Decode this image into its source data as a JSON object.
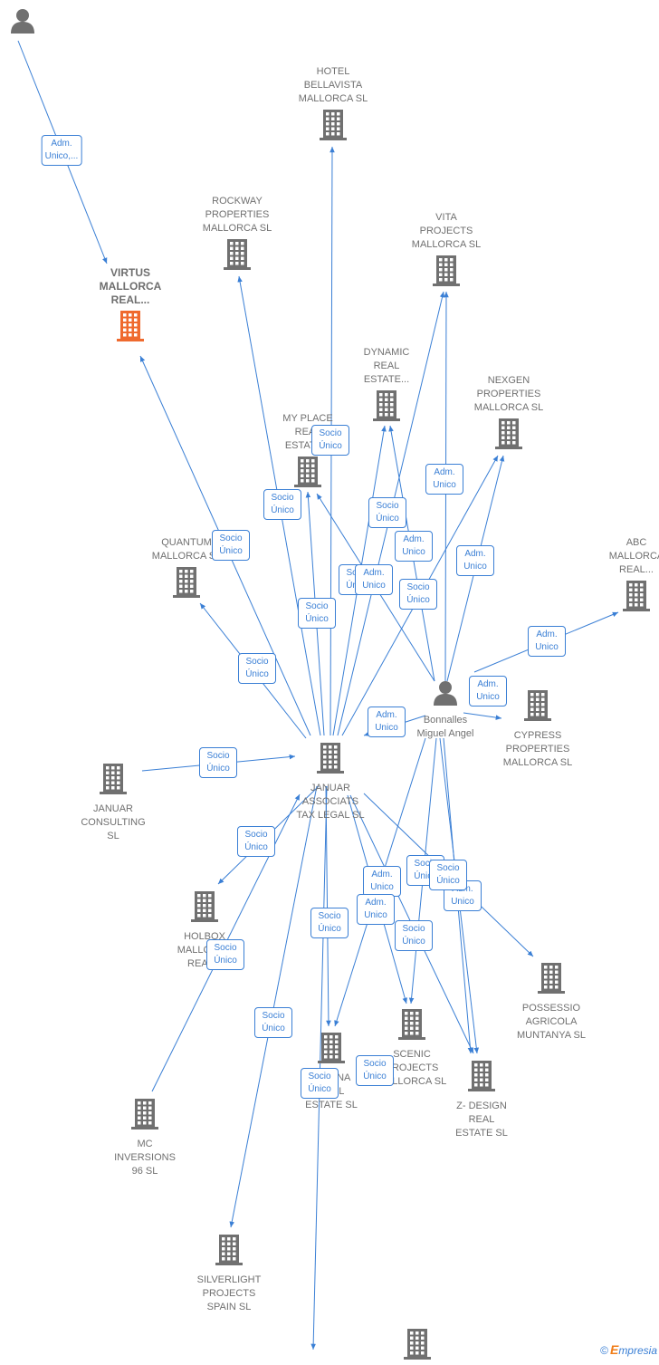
{
  "colors": {
    "edge": "#3a7fd5",
    "building": "#707070",
    "highlight": "#ef6a2e",
    "person": "#707070"
  },
  "nodes": [
    {
      "id": "p-top",
      "kind": "person",
      "label": ""
    },
    {
      "id": "virtus",
      "kind": "company",
      "highlight": true,
      "label": "VIRTUS\nMALLORCA\nREAL..."
    },
    {
      "id": "hotel",
      "kind": "company",
      "label": "HOTEL\nBELLAVISTA\nMALLORCA  SL"
    },
    {
      "id": "rockway",
      "kind": "company",
      "label": "ROCKWAY\nPROPERTIES\nMALLORCA  SL"
    },
    {
      "id": "vita",
      "kind": "company",
      "label": "VITA\nPROJECTS\nMALLORCA  SL"
    },
    {
      "id": "dynamic",
      "kind": "company",
      "label": "DYNAMIC\nREAL\nESTATE..."
    },
    {
      "id": "nexgen",
      "kind": "company",
      "label": "NEXGEN\nPROPERTIES\nMALLORCA  SL"
    },
    {
      "id": "myplace",
      "kind": "company",
      "label": "MY PLACE\nREAL\nESTATE..."
    },
    {
      "id": "quantum",
      "kind": "company",
      "label": "QUANTUM\nMALLORCA  SL"
    },
    {
      "id": "abc",
      "kind": "company",
      "label": "ABC\nMALLORCA\nREAL..."
    },
    {
      "id": "p-mid",
      "kind": "person",
      "label": "Bonnalles\nMiguel Angel"
    },
    {
      "id": "cypress",
      "kind": "company",
      "label": "CYPRESS\nPROPERTIES\nMALLORCA  SL"
    },
    {
      "id": "januar",
      "kind": "company",
      "label": "JANUAR\nASSOCIATS\nTAX LEGAL  SL"
    },
    {
      "id": "januarcons",
      "kind": "company",
      "label": "JANUAR\nCONSULTING\nSL"
    },
    {
      "id": "holbox",
      "kind": "company",
      "label": "HOLBOX\nMALLORCA\nREAL..."
    },
    {
      "id": "possessio",
      "kind": "company",
      "label": "POSSESSIO\nAGRICOLA\nMUNTANYA  SL"
    },
    {
      "id": "scenic",
      "kind": "company",
      "label": "SCENIC\nPROJECTS\nMALLORCA  SL"
    },
    {
      "id": "marina",
      "kind": "company",
      "label": "MARINA\nREAL\nESTATE  SL"
    },
    {
      "id": "zdesign",
      "kind": "company",
      "label": "Z- DESIGN\nREAL\nESTATE  SL"
    },
    {
      "id": "mc",
      "kind": "company",
      "label": "MC\nINVERSIONS\n96  SL"
    },
    {
      "id": "silverlight",
      "kind": "company",
      "label": "SILVERLIGHT\nPROJECTS\nSPAIN  SL"
    },
    {
      "id": "bottom",
      "kind": "company",
      "label": ""
    }
  ],
  "edges": [
    {
      "from": "p-top",
      "to": "virtus",
      "label": "Adm.\nUnico,..."
    },
    {
      "from": "januar",
      "to": "virtus",
      "label": "Socio\nÚnico"
    },
    {
      "from": "januar",
      "to": "hotel",
      "label": "Socio\nÚnico"
    },
    {
      "from": "januar",
      "to": "rockway",
      "label": "Socio\nÚnico"
    },
    {
      "from": "januar",
      "to": "myplace",
      "label": "Socio\nÚnico"
    },
    {
      "from": "januar",
      "to": "quantum",
      "label": "Socio\nÚnico"
    },
    {
      "from": "januar",
      "to": "dynamic",
      "label": "Socio\nÚnico"
    },
    {
      "from": "januar",
      "to": "vita",
      "label": "Socio\nÚnico"
    },
    {
      "from": "januar",
      "to": "nexgen",
      "label": "Socio\nÚnico"
    },
    {
      "from": "p-mid",
      "to": "vita",
      "label": "Adm.\nUnico"
    },
    {
      "from": "p-mid",
      "to": "dynamic",
      "label": "Adm.\nUnico"
    },
    {
      "from": "p-mid",
      "to": "nexgen",
      "label": "Adm.\nUnico"
    },
    {
      "from": "p-mid",
      "to": "myplace",
      "label": "Adm.\nUnico"
    },
    {
      "from": "p-mid",
      "to": "abc",
      "label": "Adm.\nUnico"
    },
    {
      "from": "p-mid",
      "to": "cypress",
      "label": "Adm.\nUnico"
    },
    {
      "from": "p-mid",
      "to": "januar",
      "label": "Adm.\nUnico"
    },
    {
      "from": "januarcons",
      "to": "januar",
      "label": "Socio\nÚnico"
    },
    {
      "from": "januar",
      "to": "holbox",
      "label": "Socio\nÚnico"
    },
    {
      "from": "mc",
      "to": "januar",
      "label": "Socio\nÚnico"
    },
    {
      "from": "januar",
      "to": "silverlight",
      "label": "Socio\nÚnico"
    },
    {
      "from": "januar",
      "to": "marina",
      "label": "Socio\nÚnico"
    },
    {
      "from": "januar",
      "to": "bottom",
      "label": "Socio\nÚnico"
    },
    {
      "from": "januar",
      "to": "possessio",
      "label": "Socio\nÚnico"
    },
    {
      "from": "januar",
      "to": "scenic",
      "label": "Socio\nÚnico"
    },
    {
      "from": "januar",
      "to": "zdesign",
      "label": "Socio\nÚnico"
    },
    {
      "from": "p-mid",
      "to": "marina",
      "label": "Adm.\nUnico"
    },
    {
      "from": "p-mid",
      "to": "scenic",
      "label": "Adm.\nUnico"
    },
    {
      "from": "p-mid",
      "to": "zdesign",
      "label": "Adm.\nUnico"
    },
    {
      "from": "p-mid",
      "to": "possessio",
      "label": "Socio\nÚnico"
    }
  ],
  "footer": {
    "copyright": "©",
    "brand_e": "E",
    "brand_rest": "mpresia"
  }
}
